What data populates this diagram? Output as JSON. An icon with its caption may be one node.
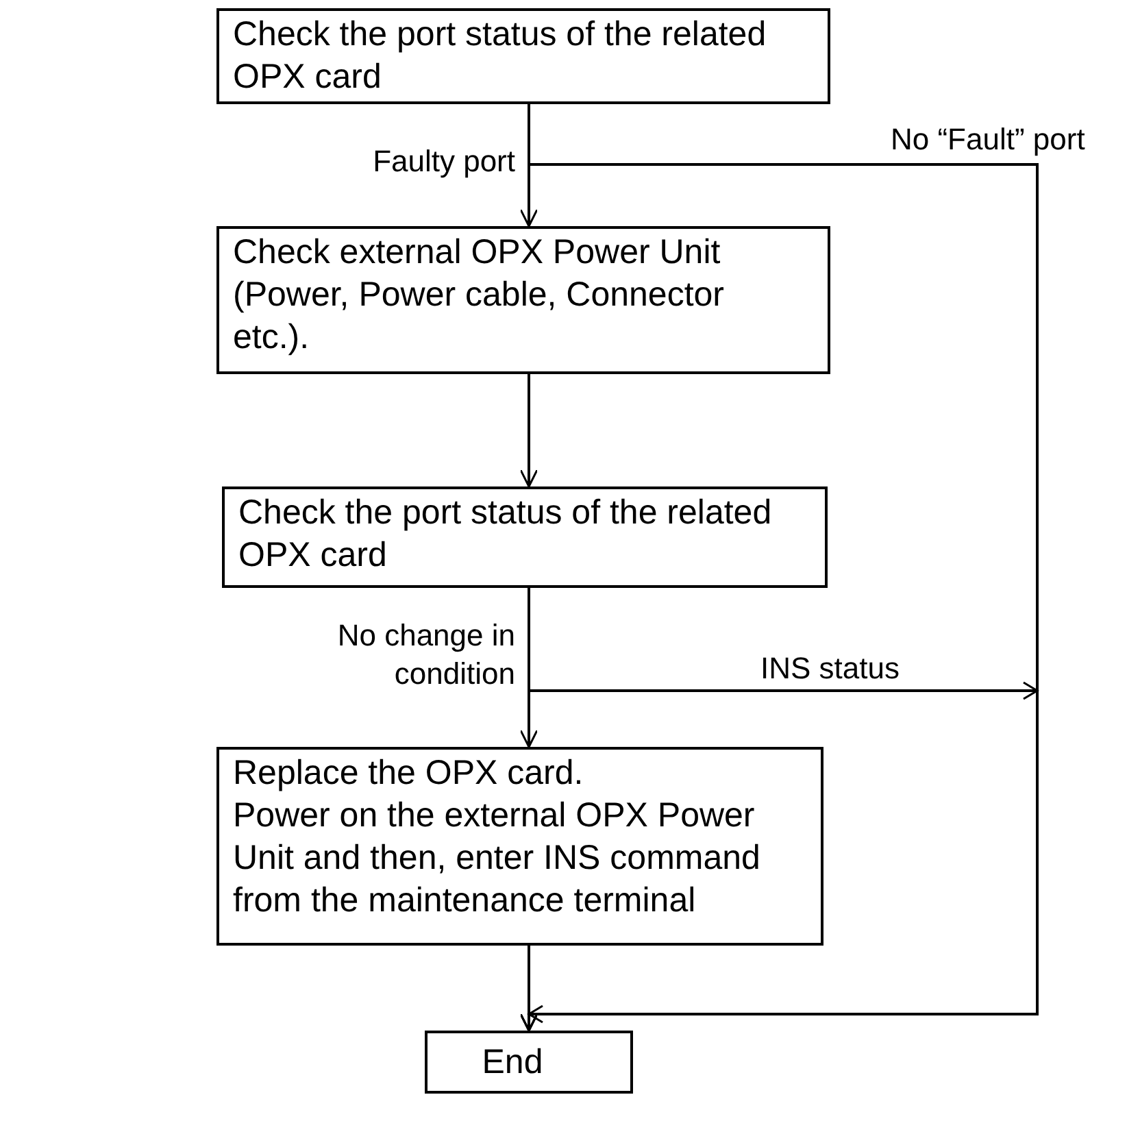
{
  "diagram": {
    "nodes": [
      {
        "text": [
          "Check the port status of the related OPX card"
        ]
      },
      {
        "text": [
          "Check external OPX Power Unit (Power, Power cable, Connector etc.)."
        ]
      },
      {
        "text": [
          "Check the port status of the related OPX card"
        ]
      },
      {
        "text": [
          "Replace the OPX card.",
          "Power on the external OPX Power Unit and then, enter INS command from the maintenance terminal"
        ]
      },
      {
        "text": [
          "End"
        ]
      }
    ],
    "edges": [
      {
        "from": 0,
        "to": 1,
        "arrow": "to",
        "label": "Faulty port"
      },
      {
        "from": 0,
        "to": 4,
        "arrow": "to",
        "label": "No “Fault” port"
      },
      {
        "from": 1,
        "to": 2,
        "arrow": "to"
      },
      {
        "from": 2,
        "to": 3,
        "arrow": "to",
        "label": "No change in condition"
      },
      {
        "from": 2,
        "to": 4,
        "arrow": "to",
        "label": "INS status"
      },
      {
        "from": 3,
        "to": 4,
        "arrow": "to"
      }
    ]
  }
}
